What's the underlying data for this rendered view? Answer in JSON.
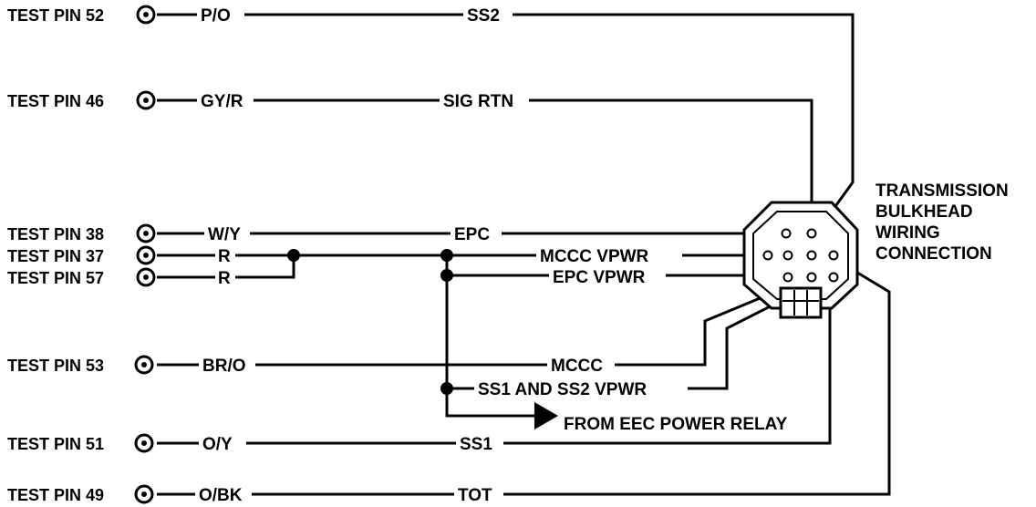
{
  "test_pins": [
    {
      "label": "TEST PIN 52",
      "color": "P/O",
      "signal": "SS2"
    },
    {
      "label": "TEST PIN 46",
      "color": "GY/R",
      "signal": "SIG RTN"
    },
    {
      "label": "TEST PIN 38",
      "color": "W/Y",
      "signal": "EPC"
    },
    {
      "label": "TEST PIN 37",
      "color": "R",
      "signal": "MCCC VPWR"
    },
    {
      "label": "TEST PIN 57",
      "color": "R",
      "signal": "EPC VPWR"
    },
    {
      "label": "TEST PIN 53",
      "color": "BR/O",
      "signal": "MCCC"
    },
    {
      "label": "TEST PIN 51",
      "color": "O/Y",
      "signal": "SS1"
    },
    {
      "label": "TEST PIN 49",
      "color": "O/BK",
      "signal": "TOT"
    }
  ],
  "extra_labels": {
    "ss_vpwr": "SS1 AND SS2  VPWR",
    "power_relay": "FROM EEC POWER RELAY"
  },
  "connector_label": [
    "TRANSMISSION",
    "BULKHEAD",
    "WIRING",
    "CONNECTION"
  ]
}
